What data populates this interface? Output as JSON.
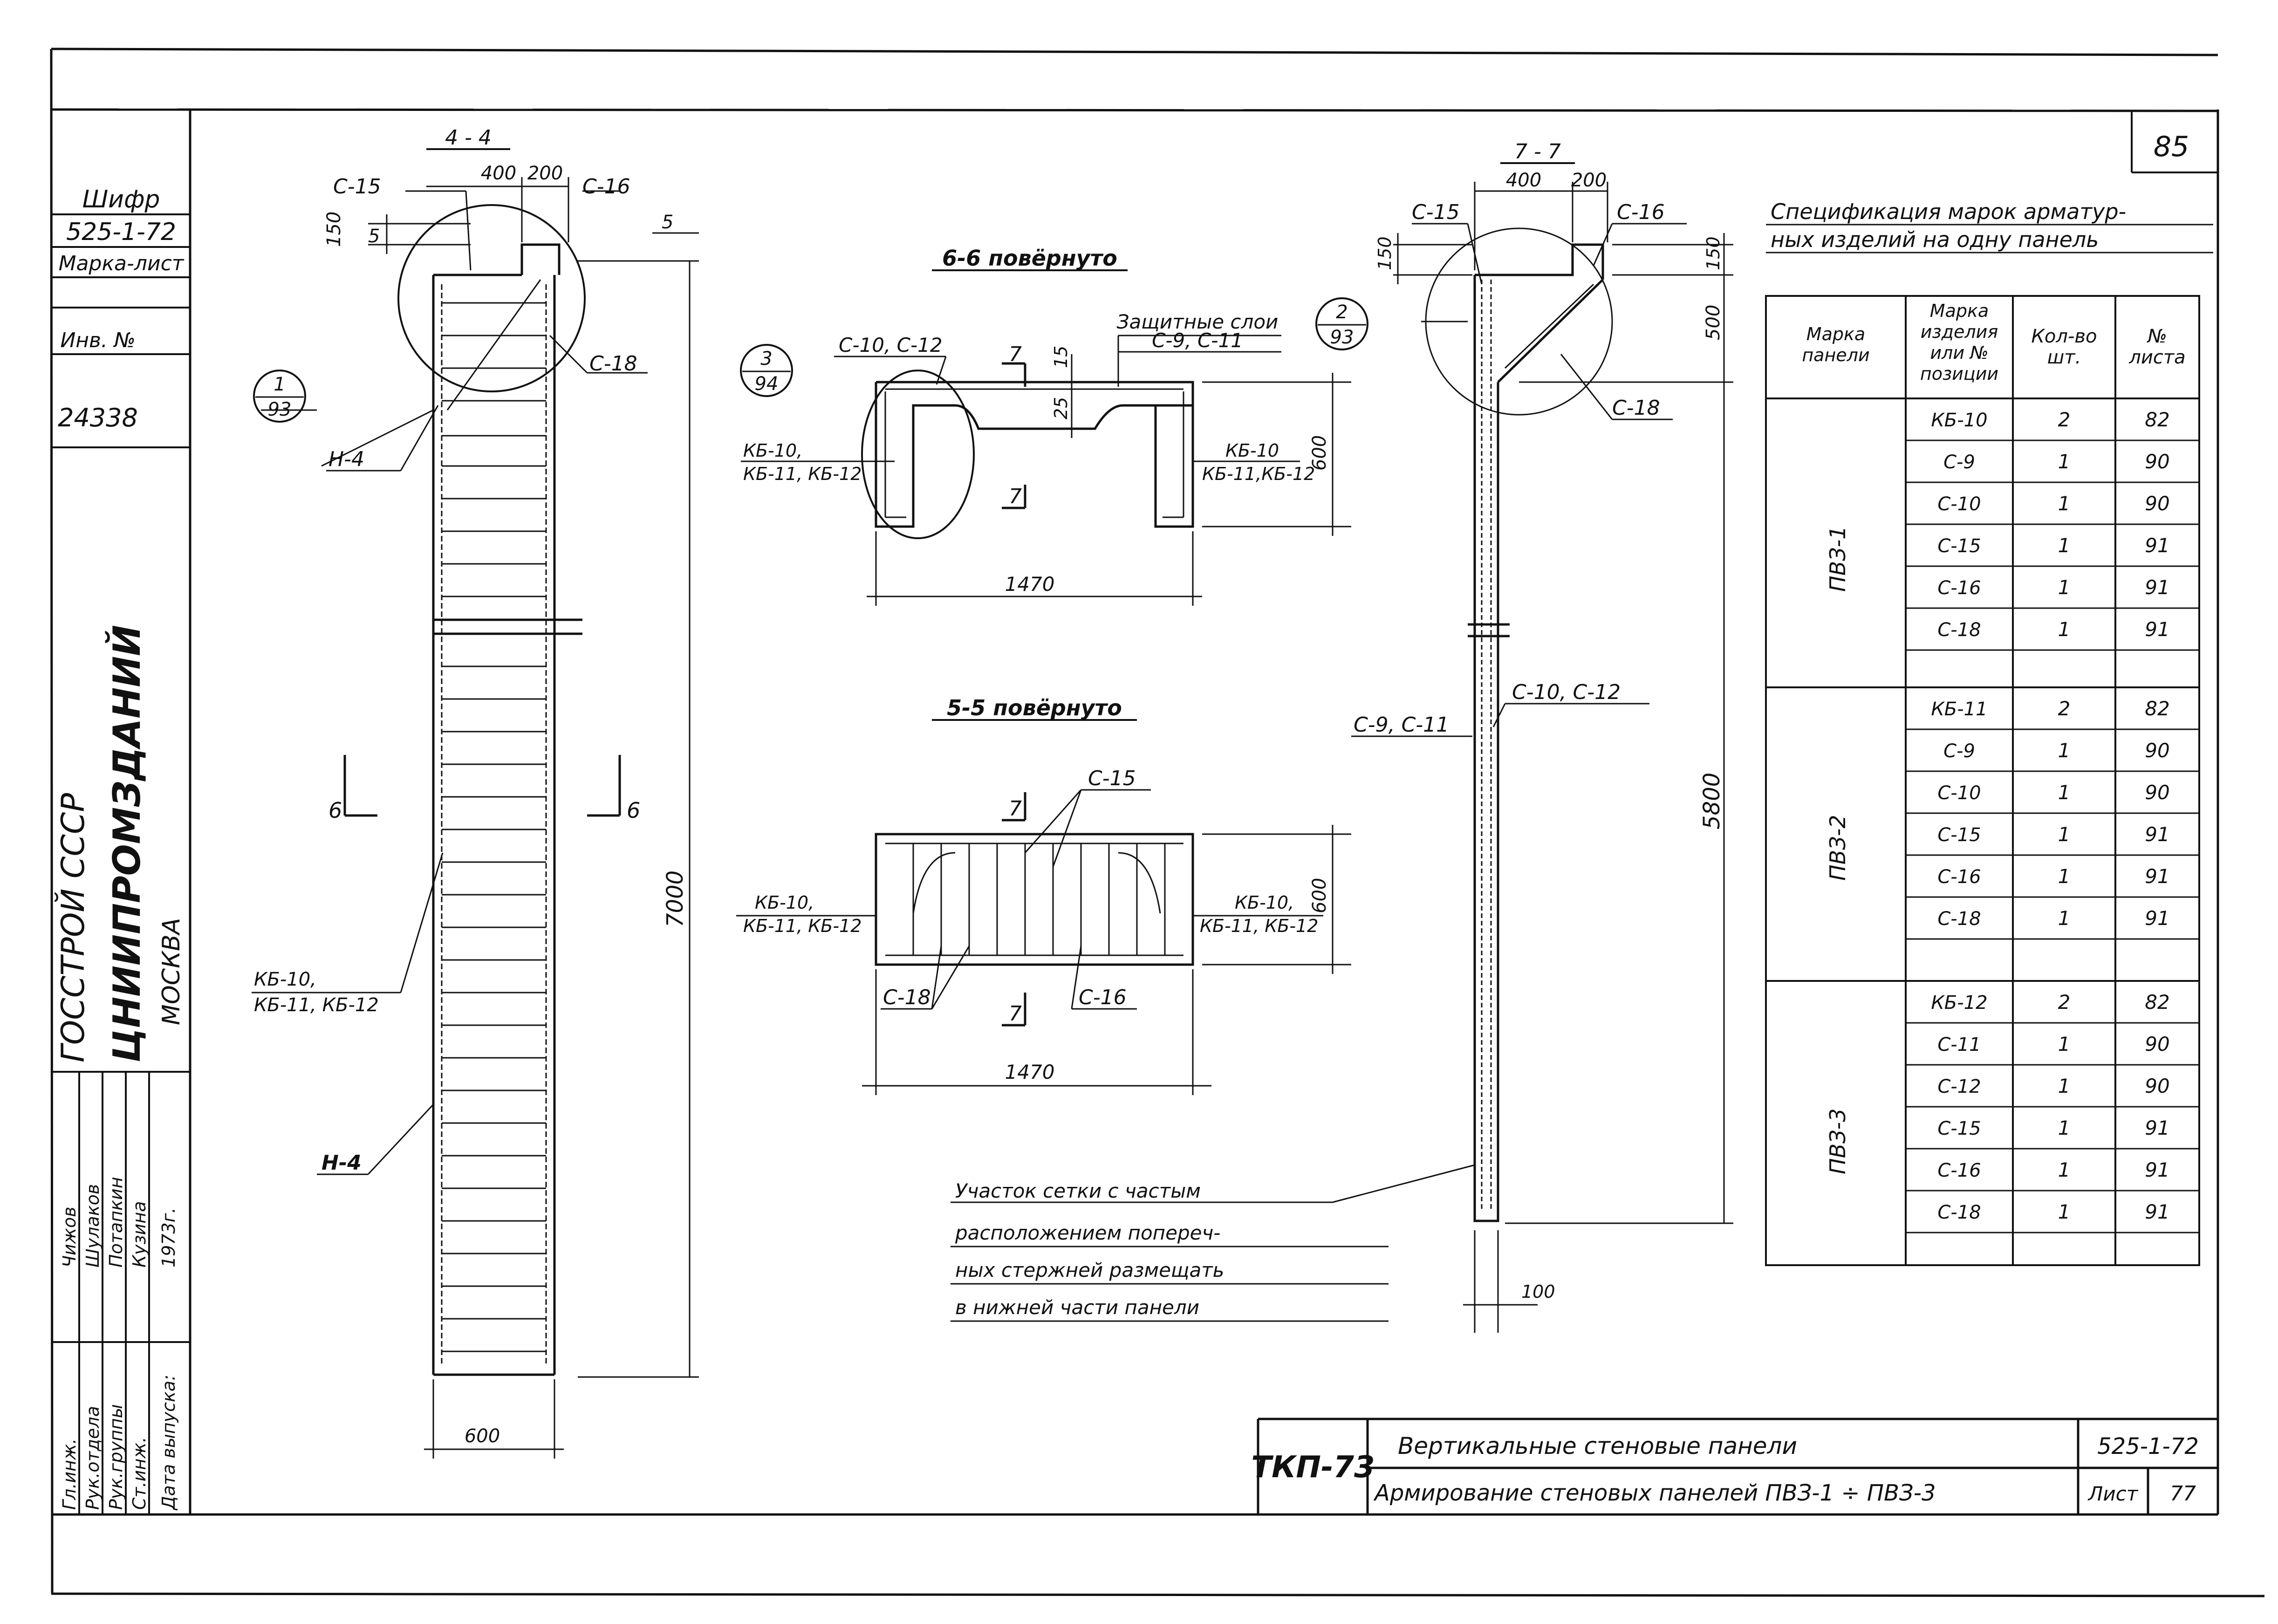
{
  "page_number": "85",
  "left_stamp": {
    "cipher_label": "Шифр",
    "cipher_value": "525-1-72",
    "mark_sheet_label": "Марка-лист",
    "inventory_label": "Инв. №",
    "inventory_value": "24338",
    "org_line1": "ГОССТРОЙ СССР",
    "org_line2": "ЦНИИПРОМЗДАНИЙ",
    "org_line3": "МОСКВА",
    "signatures": [
      {
        "role": "Гл.инж.",
        "name": "Чижов"
      },
      {
        "role": "Рук.отдела",
        "name": "Шулаков"
      },
      {
        "role": "Рук.группы",
        "name": "Потапкин"
      },
      {
        "role": "Ст.инж.",
        "name": "Кузина"
      },
      {
        "role": "Дата выпуска:",
        "name": "1973г."
      }
    ]
  },
  "section_4_4": {
    "title": "4 - 4",
    "dim_400": "400",
    "dim_200": "200",
    "dim_150": "150",
    "dim_5a": "5",
    "dim_5b": "5",
    "dim_7000": "7000",
    "dim_600": "600",
    "label_c15": "С-15",
    "label_c16": "С-16",
    "label_c18": "С-18",
    "label_n4_top": "Н-4",
    "label_n4_bottom": "Н-4",
    "label_kb_line1": "КБ-10,",
    "label_kb_line2": "КБ-11, КБ-12",
    "callout_num": "1",
    "callout_sheet": "93",
    "cut_mark": "6"
  },
  "section_6_6": {
    "title": "6-6 повёрнуто",
    "protective": "Защитные слои",
    "label_c9c11": "С-9, С-11",
    "label_c10c12": "С-10, С-12",
    "dim_15": "15",
    "dim_25": "25",
    "dim_600": "600",
    "dim_1470": "1470",
    "cut_mark": "7",
    "kb_left_line1": "КБ-10,",
    "kb_left_line2": "КБ-11, КБ-12",
    "kb_right_line1": "КБ-10",
    "kb_right_line2": "КБ-11,КБ-12",
    "callout_num": "3",
    "callout_sheet": "94"
  },
  "section_5_5": {
    "title": "5-5 повёрнуто",
    "label_c15": "С-15",
    "label_c18": "С-18",
    "label_c16": "С-16",
    "dim_600": "600",
    "dim_1470": "1470",
    "cut_mark": "7",
    "kb_left_line1": "КБ-10,",
    "kb_left_line2": "КБ-11, КБ-12",
    "kb_right_line1": "КБ-10,",
    "kb_right_line2": "КБ-11, КБ-12"
  },
  "section_7_7": {
    "title": "7 - 7",
    "dim_400": "400",
    "dim_200": "200",
    "dim_150a": "150",
    "dim_150b": "150",
    "dim_500": "500",
    "dim_5800": "5800",
    "dim_100": "100",
    "label_c15": "С-15",
    "label_c16": "С-16",
    "label_c18": "С-18",
    "label_c10c12": "С-10, С-12",
    "label_c9c11": "С-9, С-11",
    "callout_num": "2",
    "callout_sheet": "93",
    "note_lines": [
      "Участок сетки с частым",
      "расположением попереч-",
      "ных стержней размещать",
      "в нижней части панели"
    ]
  },
  "spec_table": {
    "title_line1": "Спецификация марок арматур-",
    "title_line2": "ных изделий на одну панель",
    "headers": [
      [
        "Марка",
        "панели"
      ],
      [
        "Марка",
        "изделия",
        "или №",
        "позиции"
      ],
      [
        "Кол-во",
        "шт."
      ],
      [
        "№",
        "листа"
      ]
    ],
    "groups": [
      {
        "panel": "ПВЗ-1",
        "rows": [
          [
            "КБ-10",
            "2",
            "82"
          ],
          [
            "С-9",
            "1",
            "90"
          ],
          [
            "С-10",
            "1",
            "90"
          ],
          [
            "С-15",
            "1",
            "91"
          ],
          [
            "С-16",
            "1",
            "91"
          ],
          [
            "С-18",
            "1",
            "91"
          ]
        ]
      },
      {
        "panel": "ПВЗ-2",
        "rows": [
          [
            "КБ-11",
            "2",
            "82"
          ],
          [
            "С-9",
            "1",
            "90"
          ],
          [
            "С-10",
            "1",
            "90"
          ],
          [
            "С-15",
            "1",
            "91"
          ],
          [
            "С-16",
            "1",
            "91"
          ],
          [
            "С-18",
            "1",
            "91"
          ]
        ]
      },
      {
        "panel": "ПВЗ-3",
        "rows": [
          [
            "КБ-12",
            "2",
            "82"
          ],
          [
            "С-11",
            "1",
            "90"
          ],
          [
            "С-12",
            "1",
            "90"
          ],
          [
            "С-15",
            "1",
            "91"
          ],
          [
            "С-16",
            "1",
            "91"
          ],
          [
            "С-18",
            "1",
            "91"
          ]
        ]
      }
    ]
  },
  "title_block": {
    "org": "ТКП-73",
    "title1": "Вертикальные стеновые панели",
    "title2": "Армирование стеновых панелей ПВЗ-1 ÷ ПВЗ-3",
    "code": "525-1-72",
    "sheet_label": "Лист",
    "sheet_number": "77"
  }
}
